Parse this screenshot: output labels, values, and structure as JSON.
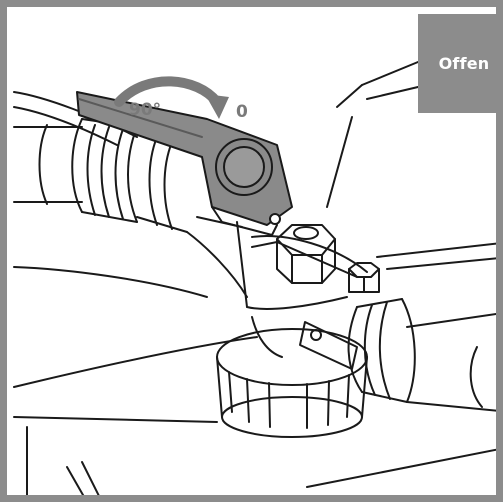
{
  "state_label": "Offen",
  "rotation": {
    "start_label": "90°",
    "end_label": "0"
  },
  "colors": {
    "frame": "#8c8c8c",
    "label_box": "#8c8c8c",
    "label_text": "#ffffff",
    "line": "#1a1a1a",
    "lever": "#8a8a8a",
    "arrow": "#7a7a7a"
  }
}
